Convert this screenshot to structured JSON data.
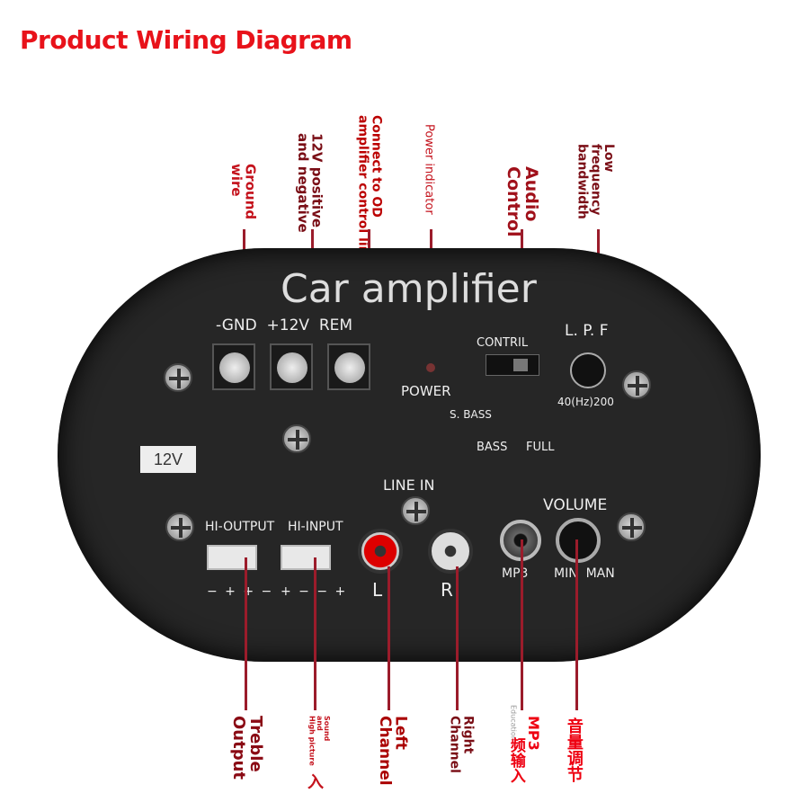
{
  "title": "Product Wiring Diagram",
  "top_labels": {
    "ground": [
      "Ground",
      "wire"
    ],
    "power12v": [
      "12V positive",
      "and negative"
    ],
    "rem": [
      "Connect to OD",
      "amplifier control line"
    ],
    "indicator": [
      "Power indicator"
    ],
    "audio": [
      "Audio",
      "Control"
    ],
    "lpf": [
      "Low",
      "frequency",
      "bandwidth"
    ]
  },
  "bottom_labels": {
    "treble": [
      "Treble",
      "Output"
    ],
    "hiinput": [
      "Sound",
      "and",
      "High picture",
      "入"
    ],
    "left": [
      "Left",
      "Channel"
    ],
    "right": [
      "Right",
      "Channel"
    ],
    "mp3": [
      "MP3",
      "频输入"
    ],
    "volume": [
      "音量调节"
    ],
    "watermark": "Education"
  },
  "board": {
    "title": "Car amplifier",
    "terminals": "-GND  +12V  REM",
    "power": "POWER",
    "contril": "CONTRIL",
    "sbass": "S. BASS",
    "bass": "BASS",
    "full": "FULL",
    "lpf": "L. P. F",
    "lpf_range": "40(Hz)200",
    "voltage": "12V",
    "line_in": "LINE IN",
    "volume": "VOLUME",
    "hi_output": "HI-OUTPUT",
    "hi_input": "HI-INPUT",
    "hi_output_pins": "− + + −",
    "hi_input_pins": "+ − − +",
    "l": "L",
    "r": "R",
    "mp3": "MP3",
    "min_max": "MIN  MAN"
  },
  "colors": {
    "label": "#c4121c",
    "board": "#262626"
  }
}
